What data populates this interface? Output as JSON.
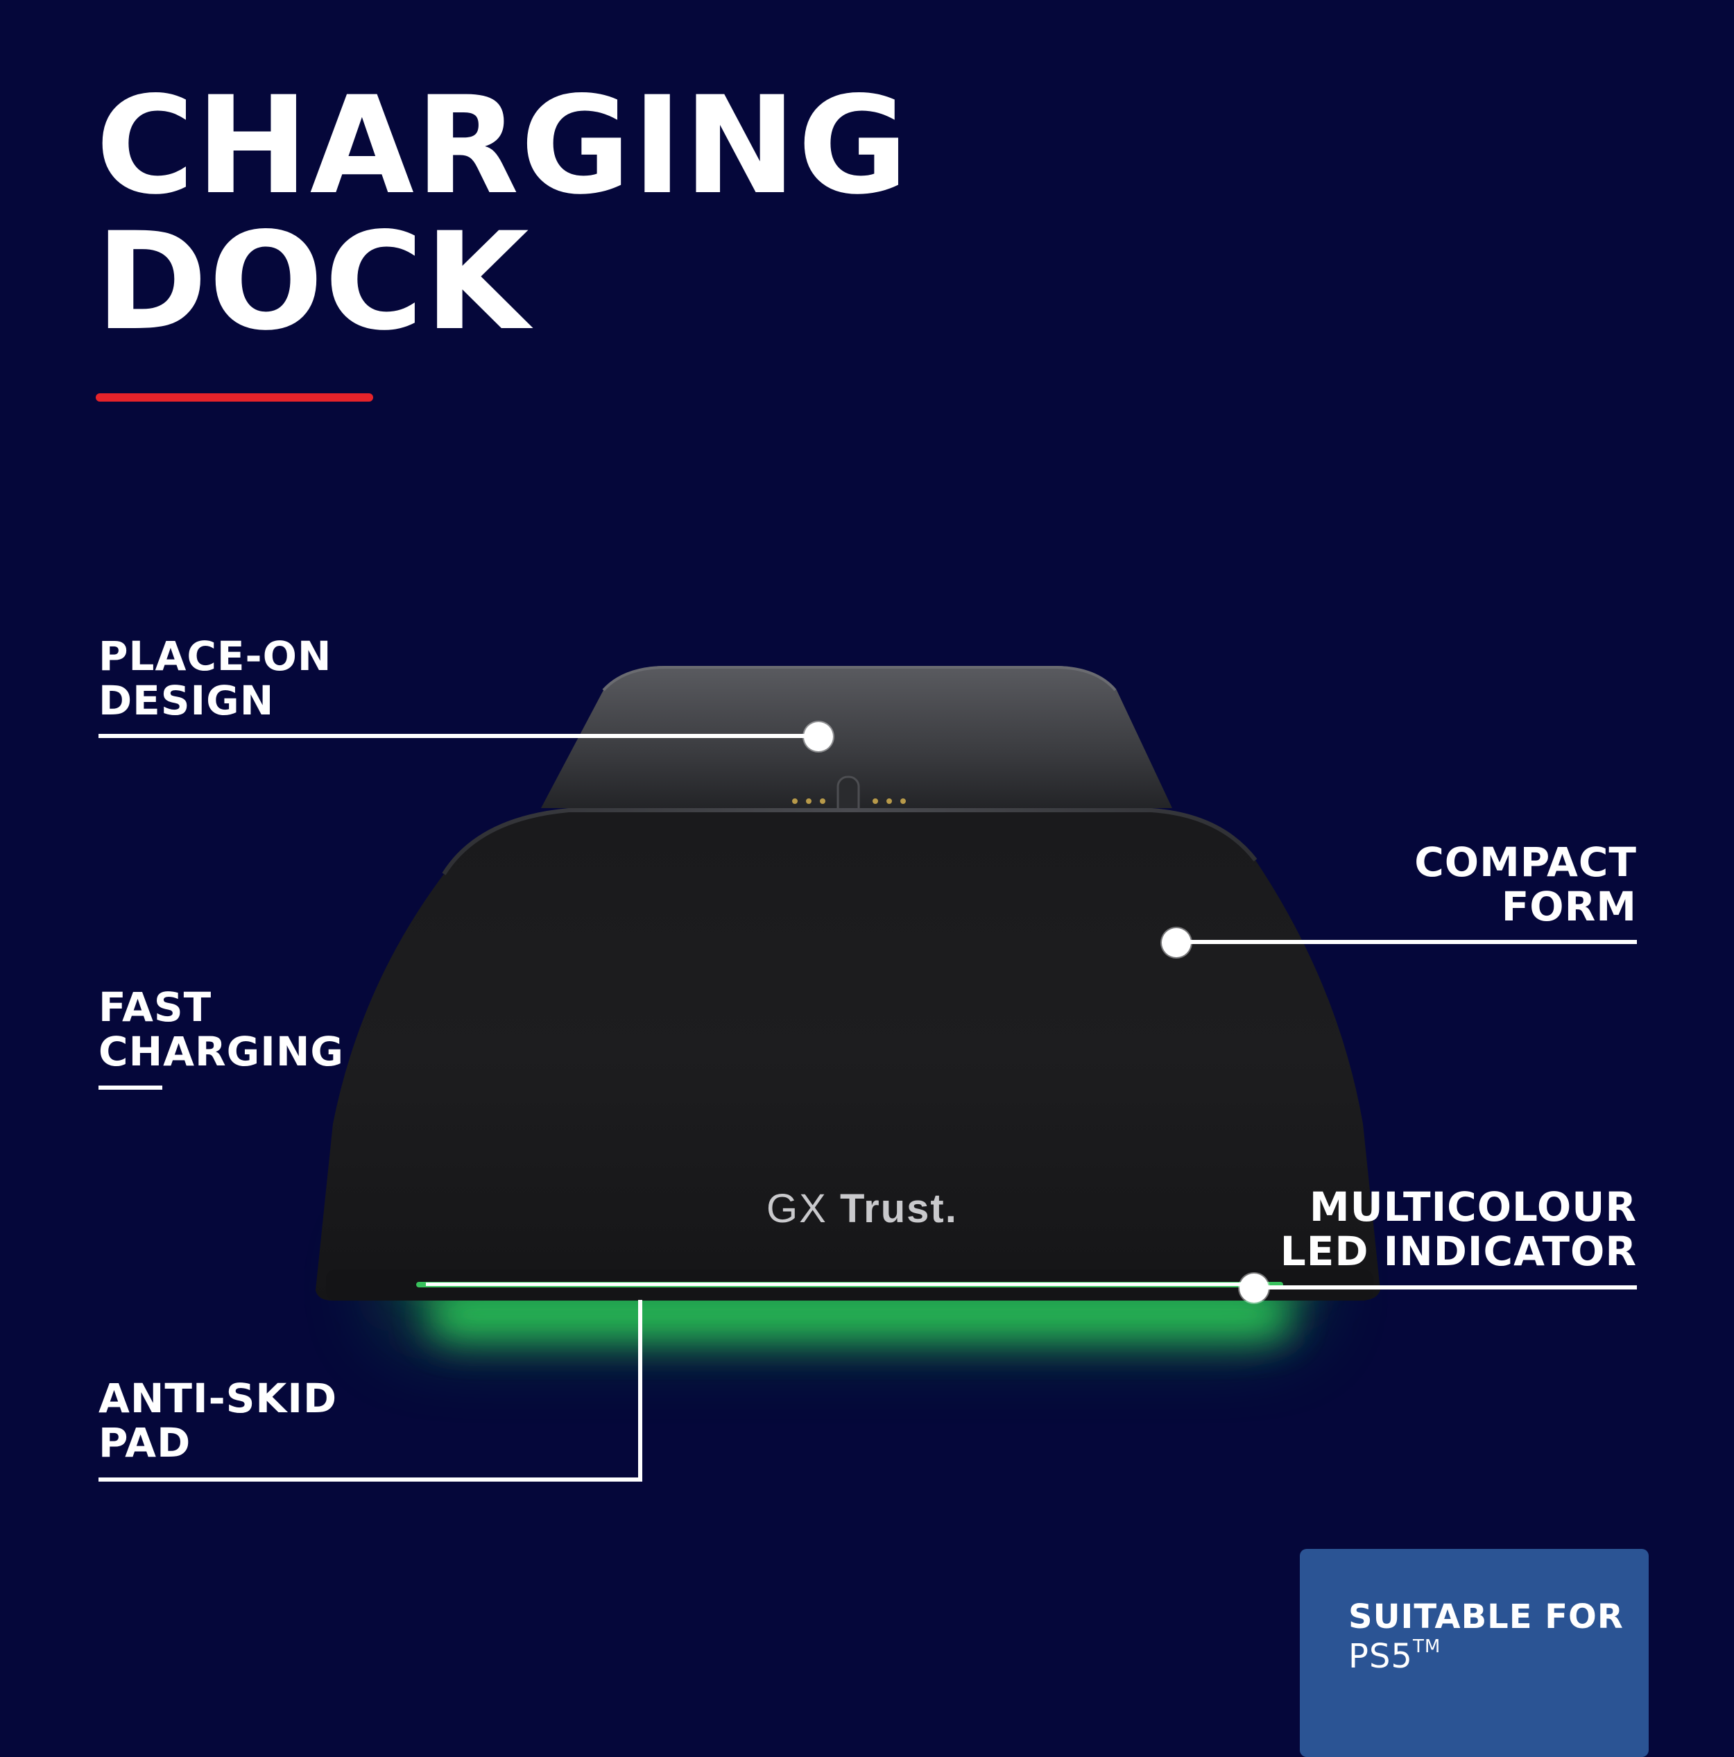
{
  "title": {
    "line1": "CHARGING",
    "line2": "DOCK"
  },
  "colors": {
    "background": "#05073a",
    "accent": "#e5232a",
    "badge": "#2b5494",
    "led_glow": "#2fd05a"
  },
  "features": {
    "place_on": {
      "line1": "PLACE-ON",
      "line2": "DESIGN"
    },
    "fast_charging": {
      "line1": "FAST",
      "line2": "CHARGING"
    },
    "anti_skid": {
      "line1": "ANTI-SKID",
      "line2": "PAD"
    },
    "compact": {
      "line1": "COMPACT",
      "line2": "FORM"
    },
    "led": {
      "line1": "MULTICOLOUR",
      "line2": "LED INDICATOR"
    }
  },
  "product": {
    "brand_prefix": "GX",
    "brand_name": "Trust."
  },
  "badge": {
    "line1": "SUITABLE FOR",
    "line2": "PS5",
    "line2_sup": "TM"
  }
}
